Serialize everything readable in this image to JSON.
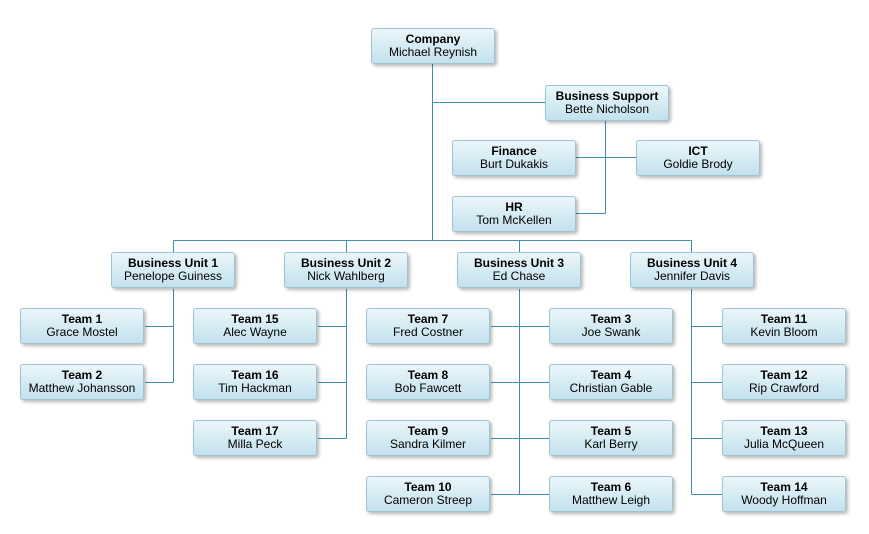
{
  "colors": {
    "connector": "#3f8db0",
    "node_border": "#9ec3d2",
    "node_fill_top": "#eaf6fa",
    "node_fill_bottom": "#c3e1ec"
  },
  "company": {
    "title": "Company",
    "name": "Michael Reynish"
  },
  "business_support": {
    "title": "Business Support",
    "name": "Bette Nicholson"
  },
  "finance": {
    "title": "Finance",
    "name": "Burt Dukakis"
  },
  "ict": {
    "title": "ICT",
    "name": "Goldie Brody"
  },
  "hr": {
    "title": "HR",
    "name": "Tom McKellen"
  },
  "business_units": [
    {
      "title": "Business Unit 1",
      "name": "Penelope Guiness",
      "teams": [
        {
          "title": "Team 1",
          "name": "Grace Mostel"
        },
        {
          "title": "Team 2",
          "name": "Matthew Johansson"
        }
      ]
    },
    {
      "title": "Business Unit 2",
      "name": "Nick Wahlberg",
      "teams": [
        {
          "title": "Team 15",
          "name": "Alec Wayne"
        },
        {
          "title": "Team 16",
          "name": "Tim Hackman"
        },
        {
          "title": "Team 17",
          "name": "Milla Peck"
        }
      ]
    },
    {
      "title": "Business Unit 3",
      "name": "Ed Chase",
      "teams_left": [
        {
          "title": "Team 7",
          "name": "Fred Costner"
        },
        {
          "title": "Team 8",
          "name": "Bob Fawcett"
        },
        {
          "title": "Team 9",
          "name": "Sandra Kilmer"
        },
        {
          "title": "Team 10",
          "name": "Cameron Streep"
        }
      ],
      "teams_right": [
        {
          "title": "Team 3",
          "name": "Joe Swank"
        },
        {
          "title": "Team 4",
          "name": "Christian Gable"
        },
        {
          "title": "Team 5",
          "name": "Karl Berry"
        },
        {
          "title": "Team 6",
          "name": "Matthew Leigh"
        }
      ]
    },
    {
      "title": "Business Unit 4",
      "name": "Jennifer Davis",
      "teams": [
        {
          "title": "Team 11",
          "name": "Kevin Bloom"
        },
        {
          "title": "Team 12",
          "name": "Rip Crawford"
        },
        {
          "title": "Team 13",
          "name": "Julia McQueen"
        },
        {
          "title": "Team 14",
          "name": "Woody Hoffman"
        }
      ]
    }
  ]
}
